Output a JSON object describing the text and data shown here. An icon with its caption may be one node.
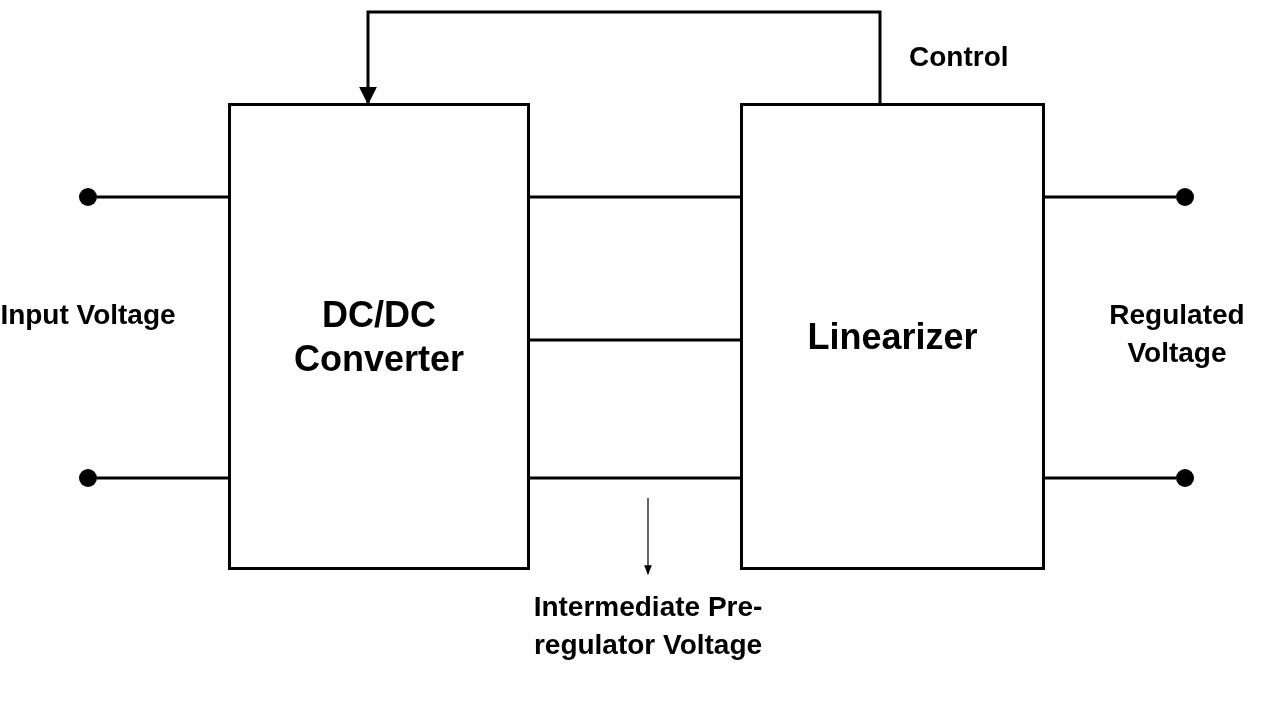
{
  "diagram": {
    "nodes": [
      {
        "text": [
          "DC/DC Converter"
        ]
      },
      {
        "text": [
          "Linearizer"
        ]
      },
      {
        "text": [],
        "shape": "circle"
      },
      {
        "text": [],
        "shape": "circle"
      },
      {
        "text": [],
        "shape": "circle"
      },
      {
        "text": [],
        "shape": "circle"
      },
      {
        "text": [
          "Intermediate Pre-regulator Voltage"
        ]
      }
    ],
    "edges": [
      {
        "from": 2,
        "to": 0,
        "arrow": "none"
      },
      {
        "from": 3,
        "to": 0,
        "arrow": "none"
      },
      {
        "from": 0,
        "to": 1,
        "arrow": "none"
      },
      {
        "from": 0,
        "to": 1,
        "arrow": "none"
      },
      {
        "from": 0,
        "to": 1,
        "arrow": "none"
      },
      {
        "from": 1,
        "to": 4,
        "arrow": "none"
      },
      {
        "from": 1,
        "to": 5,
        "arrow": "none"
      },
      {
        "from": 1,
        "to": 0,
        "arrow": "to",
        "label": "Control"
      },
      {
        "from": null,
        "to": 6,
        "arrow": "to"
      }
    ],
    "labels": [
      "Input Voltage",
      "Regulated Voltage"
    ]
  }
}
